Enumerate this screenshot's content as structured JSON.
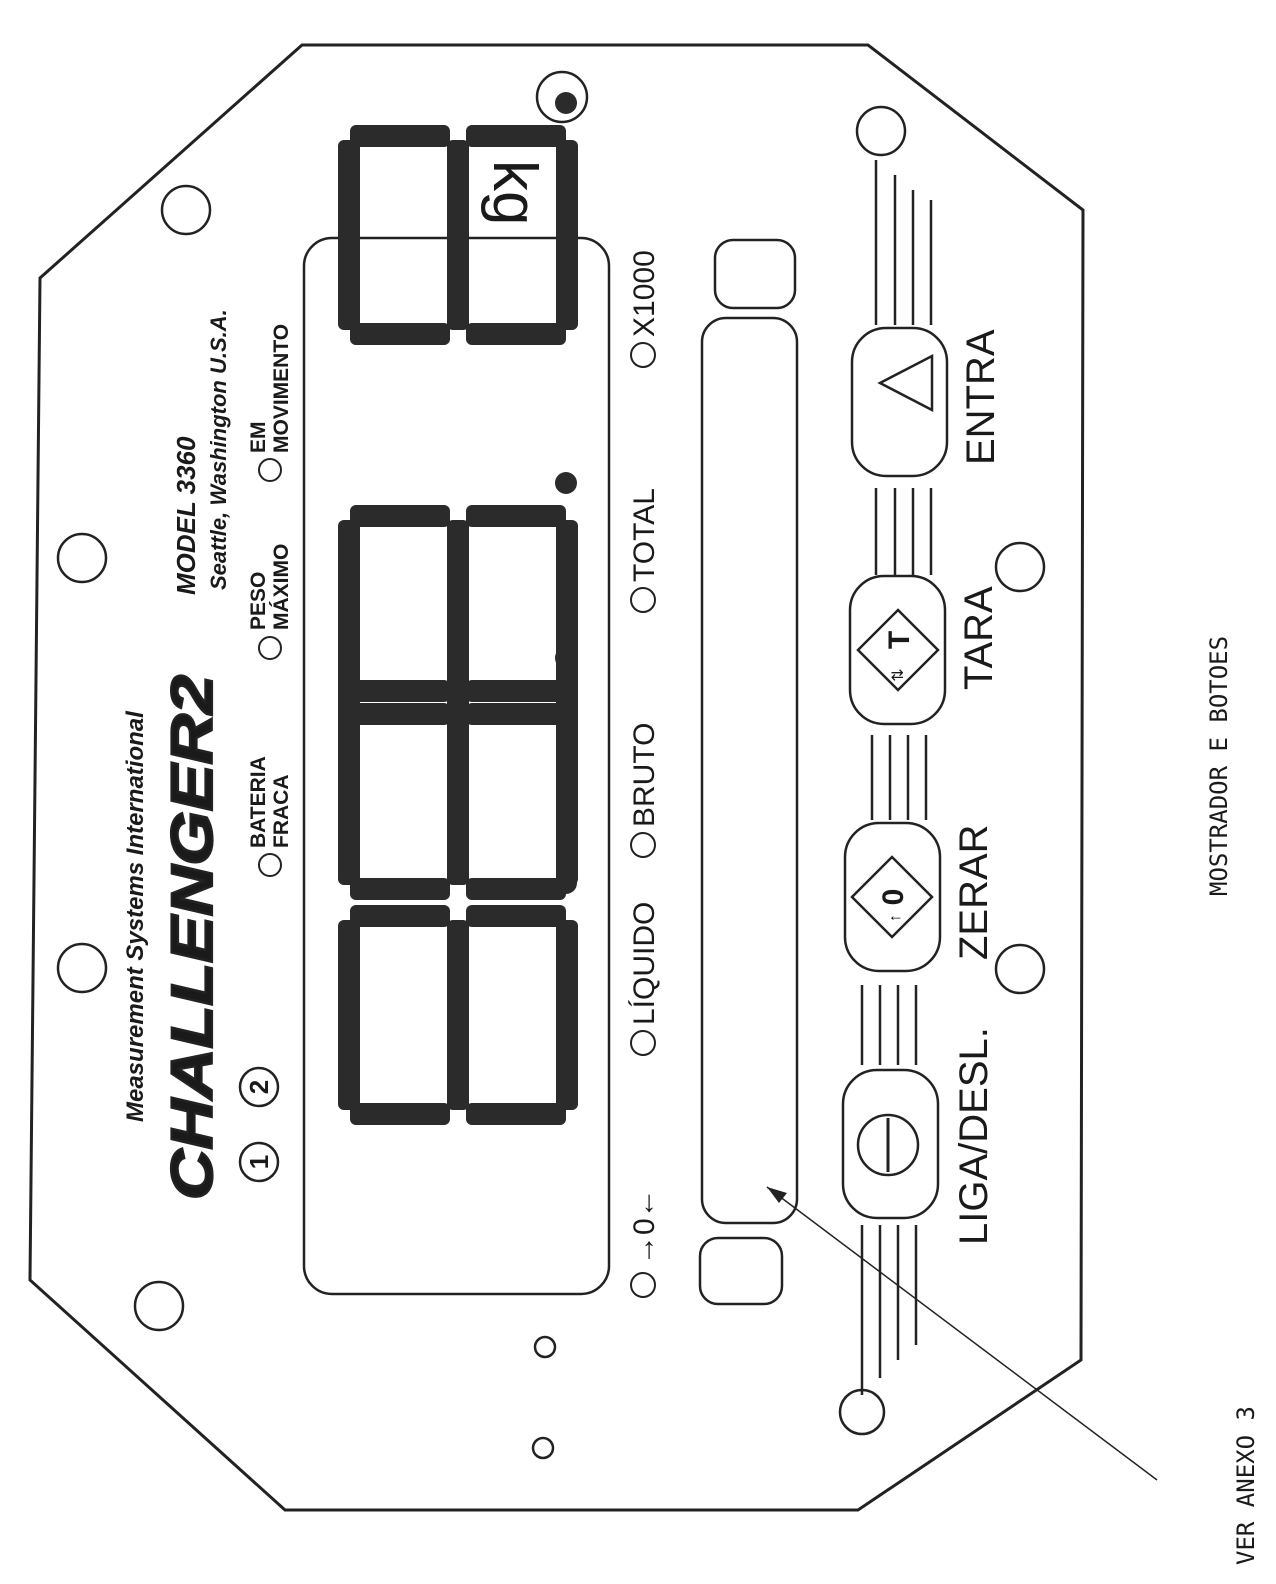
{
  "brand": {
    "company": "Measurement Systems International",
    "logo_text": "CHALLENGER2",
    "model": "MODEL 3360",
    "location": "Seattle, Washington U.S.A.",
    "range_markers": [
      "1",
      "2"
    ]
  },
  "unit": "kg",
  "display": {
    "digits": [
      "8",
      "8",
      "8",
      "8"
    ],
    "status_top": [
      {
        "label": "BATERIA FRACA",
        "lines": [
          "BATERIA",
          "FRACA"
        ]
      },
      {
        "label": "PESO MÁXIMO",
        "lines": [
          "PESO",
          "MÁXIMO"
        ]
      },
      {
        "label": "EM MOVIMENTO",
        "lines": [
          "EM",
          "MOVIMENTO"
        ]
      }
    ],
    "status_bottom": [
      {
        "label": "→0←"
      },
      {
        "label": "LÍQUIDO"
      },
      {
        "label": "BRUTO"
      },
      {
        "label": "TOTAL"
      },
      {
        "label": "X1000"
      }
    ]
  },
  "buttons": [
    {
      "label": "LIGA/DESL.",
      "icon": "power-icon"
    },
    {
      "label": "ZERAR",
      "icon": "zero-icon",
      "glyph": "0"
    },
    {
      "label": "TARA",
      "icon": "tare-icon",
      "glyph": "T"
    },
    {
      "label": "ENTRA",
      "icon": "triangle-icon"
    }
  ],
  "annotations": {
    "caption": "MOSTRADOR E BOTOES",
    "pointer_note": "VER ANEXO 3"
  }
}
